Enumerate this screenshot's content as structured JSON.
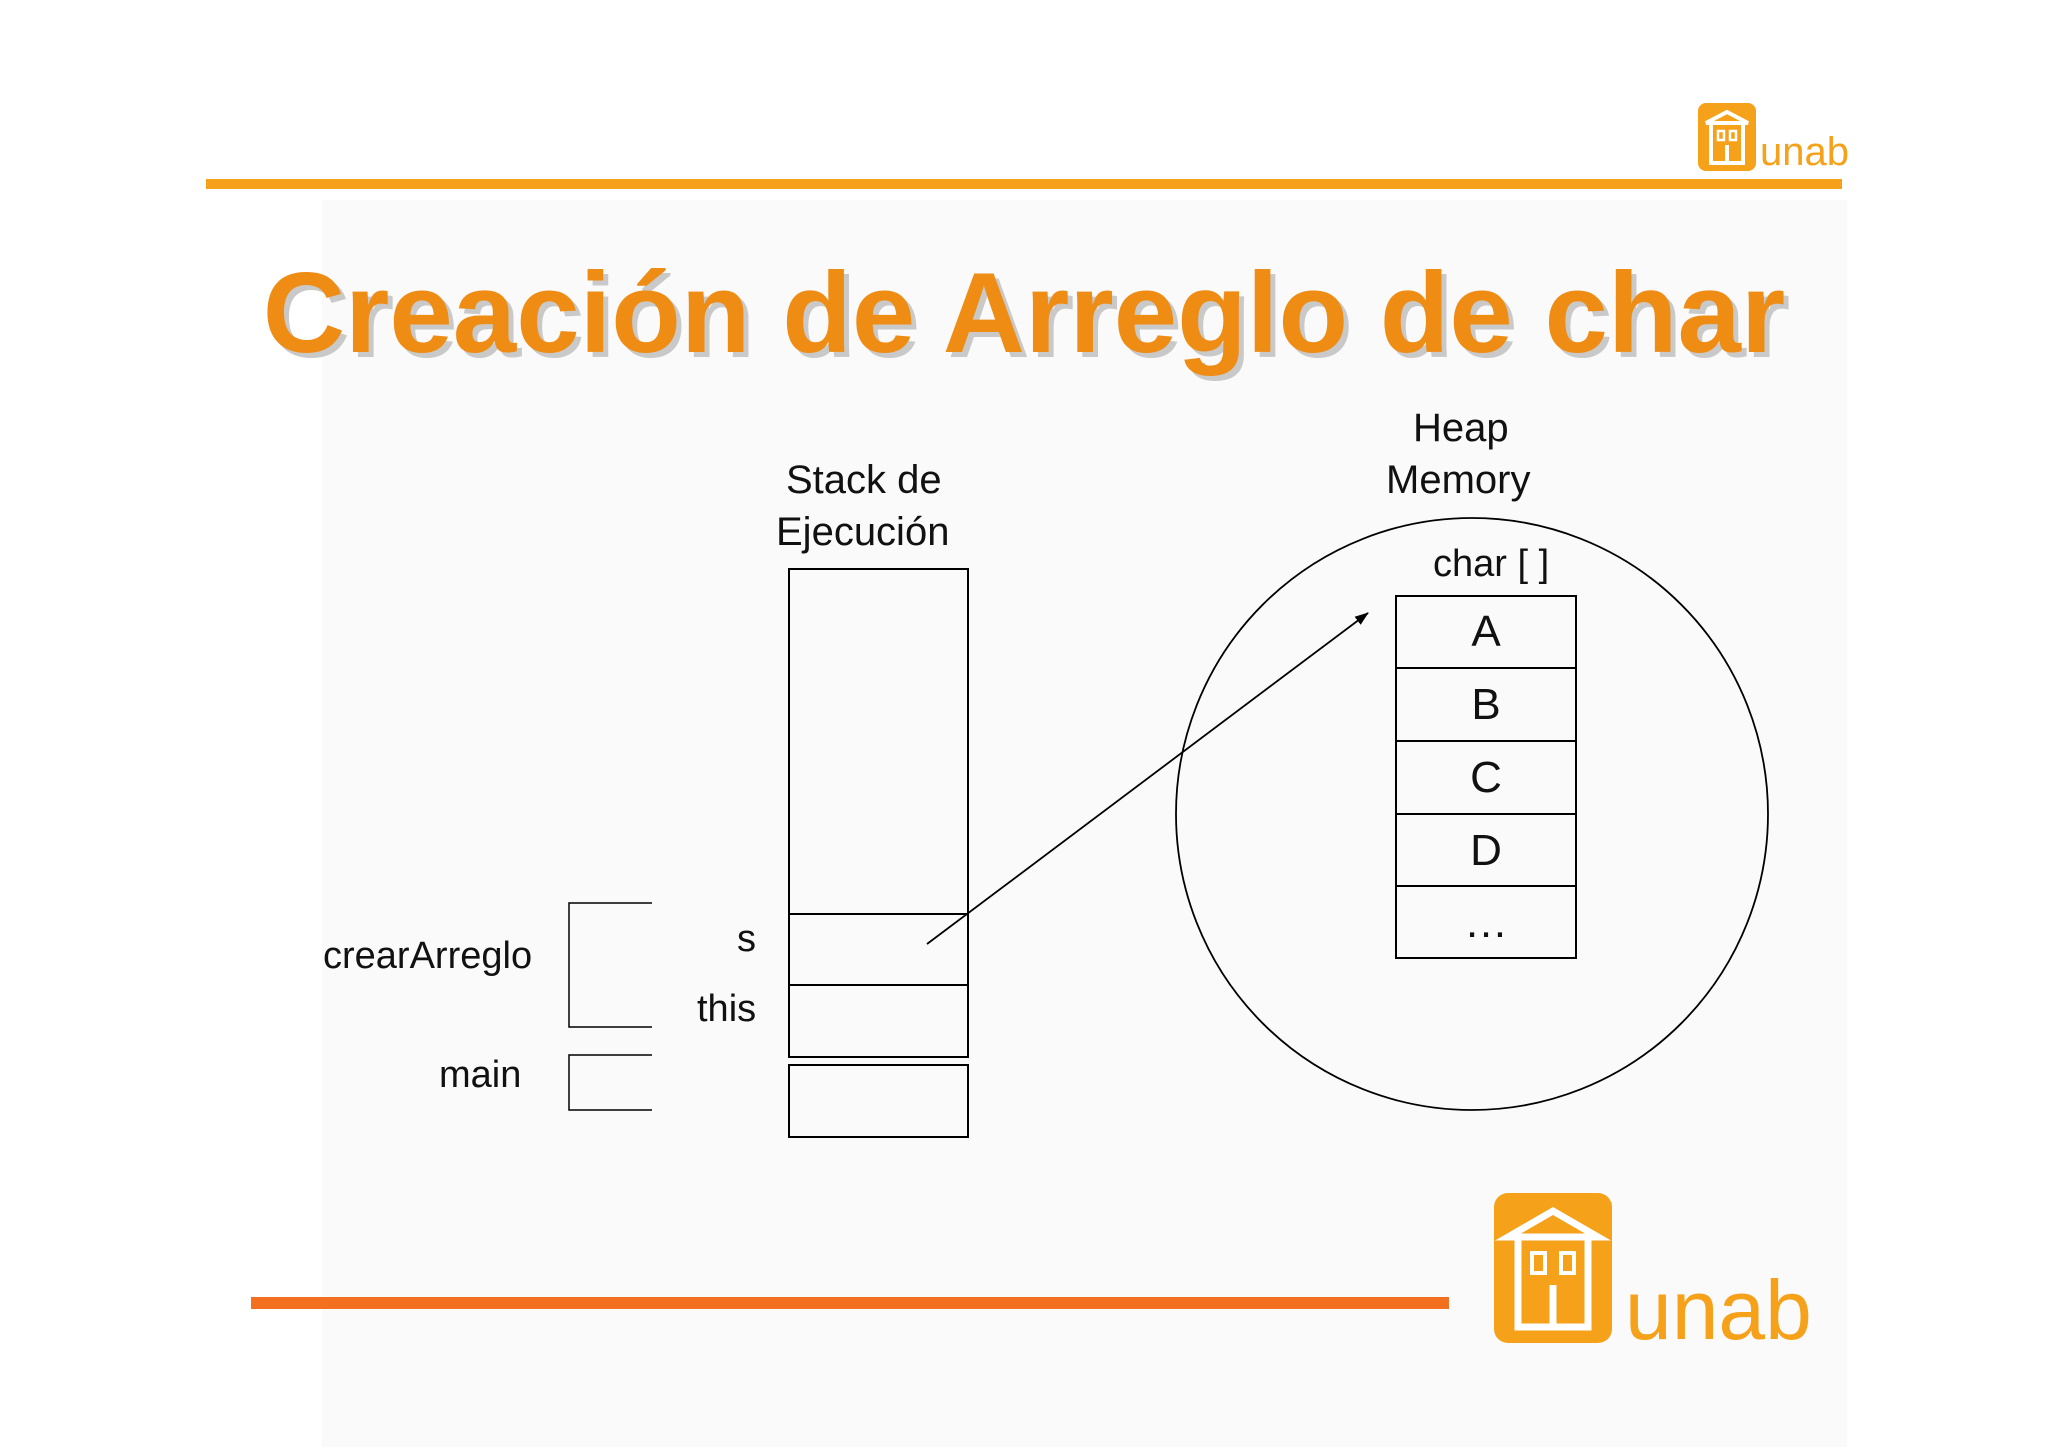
{
  "slide": {
    "title": "Creación de Arreglo de char"
  },
  "logos": {
    "small": {
      "text": "unab",
      "icon": "house-logo-icon"
    },
    "large": {
      "text": "unab",
      "icon": "house-logo-icon"
    }
  },
  "stack": {
    "heading_line1": "Stack de",
    "heading_line2": "Ejecución",
    "frames": [
      "crearArreglo",
      "main"
    ],
    "vars": [
      "s",
      "this"
    ]
  },
  "heap": {
    "heading_line1": "Heap",
    "heading_line2": "Memory",
    "array_label": "char [ ]",
    "cells": [
      "A",
      "B",
      "C",
      "D",
      "…"
    ]
  },
  "colors": {
    "title": "#ee8c14",
    "top_rule": "#f5a11a",
    "bottom_rule": "#f37021",
    "logo": "#f5a11a"
  }
}
